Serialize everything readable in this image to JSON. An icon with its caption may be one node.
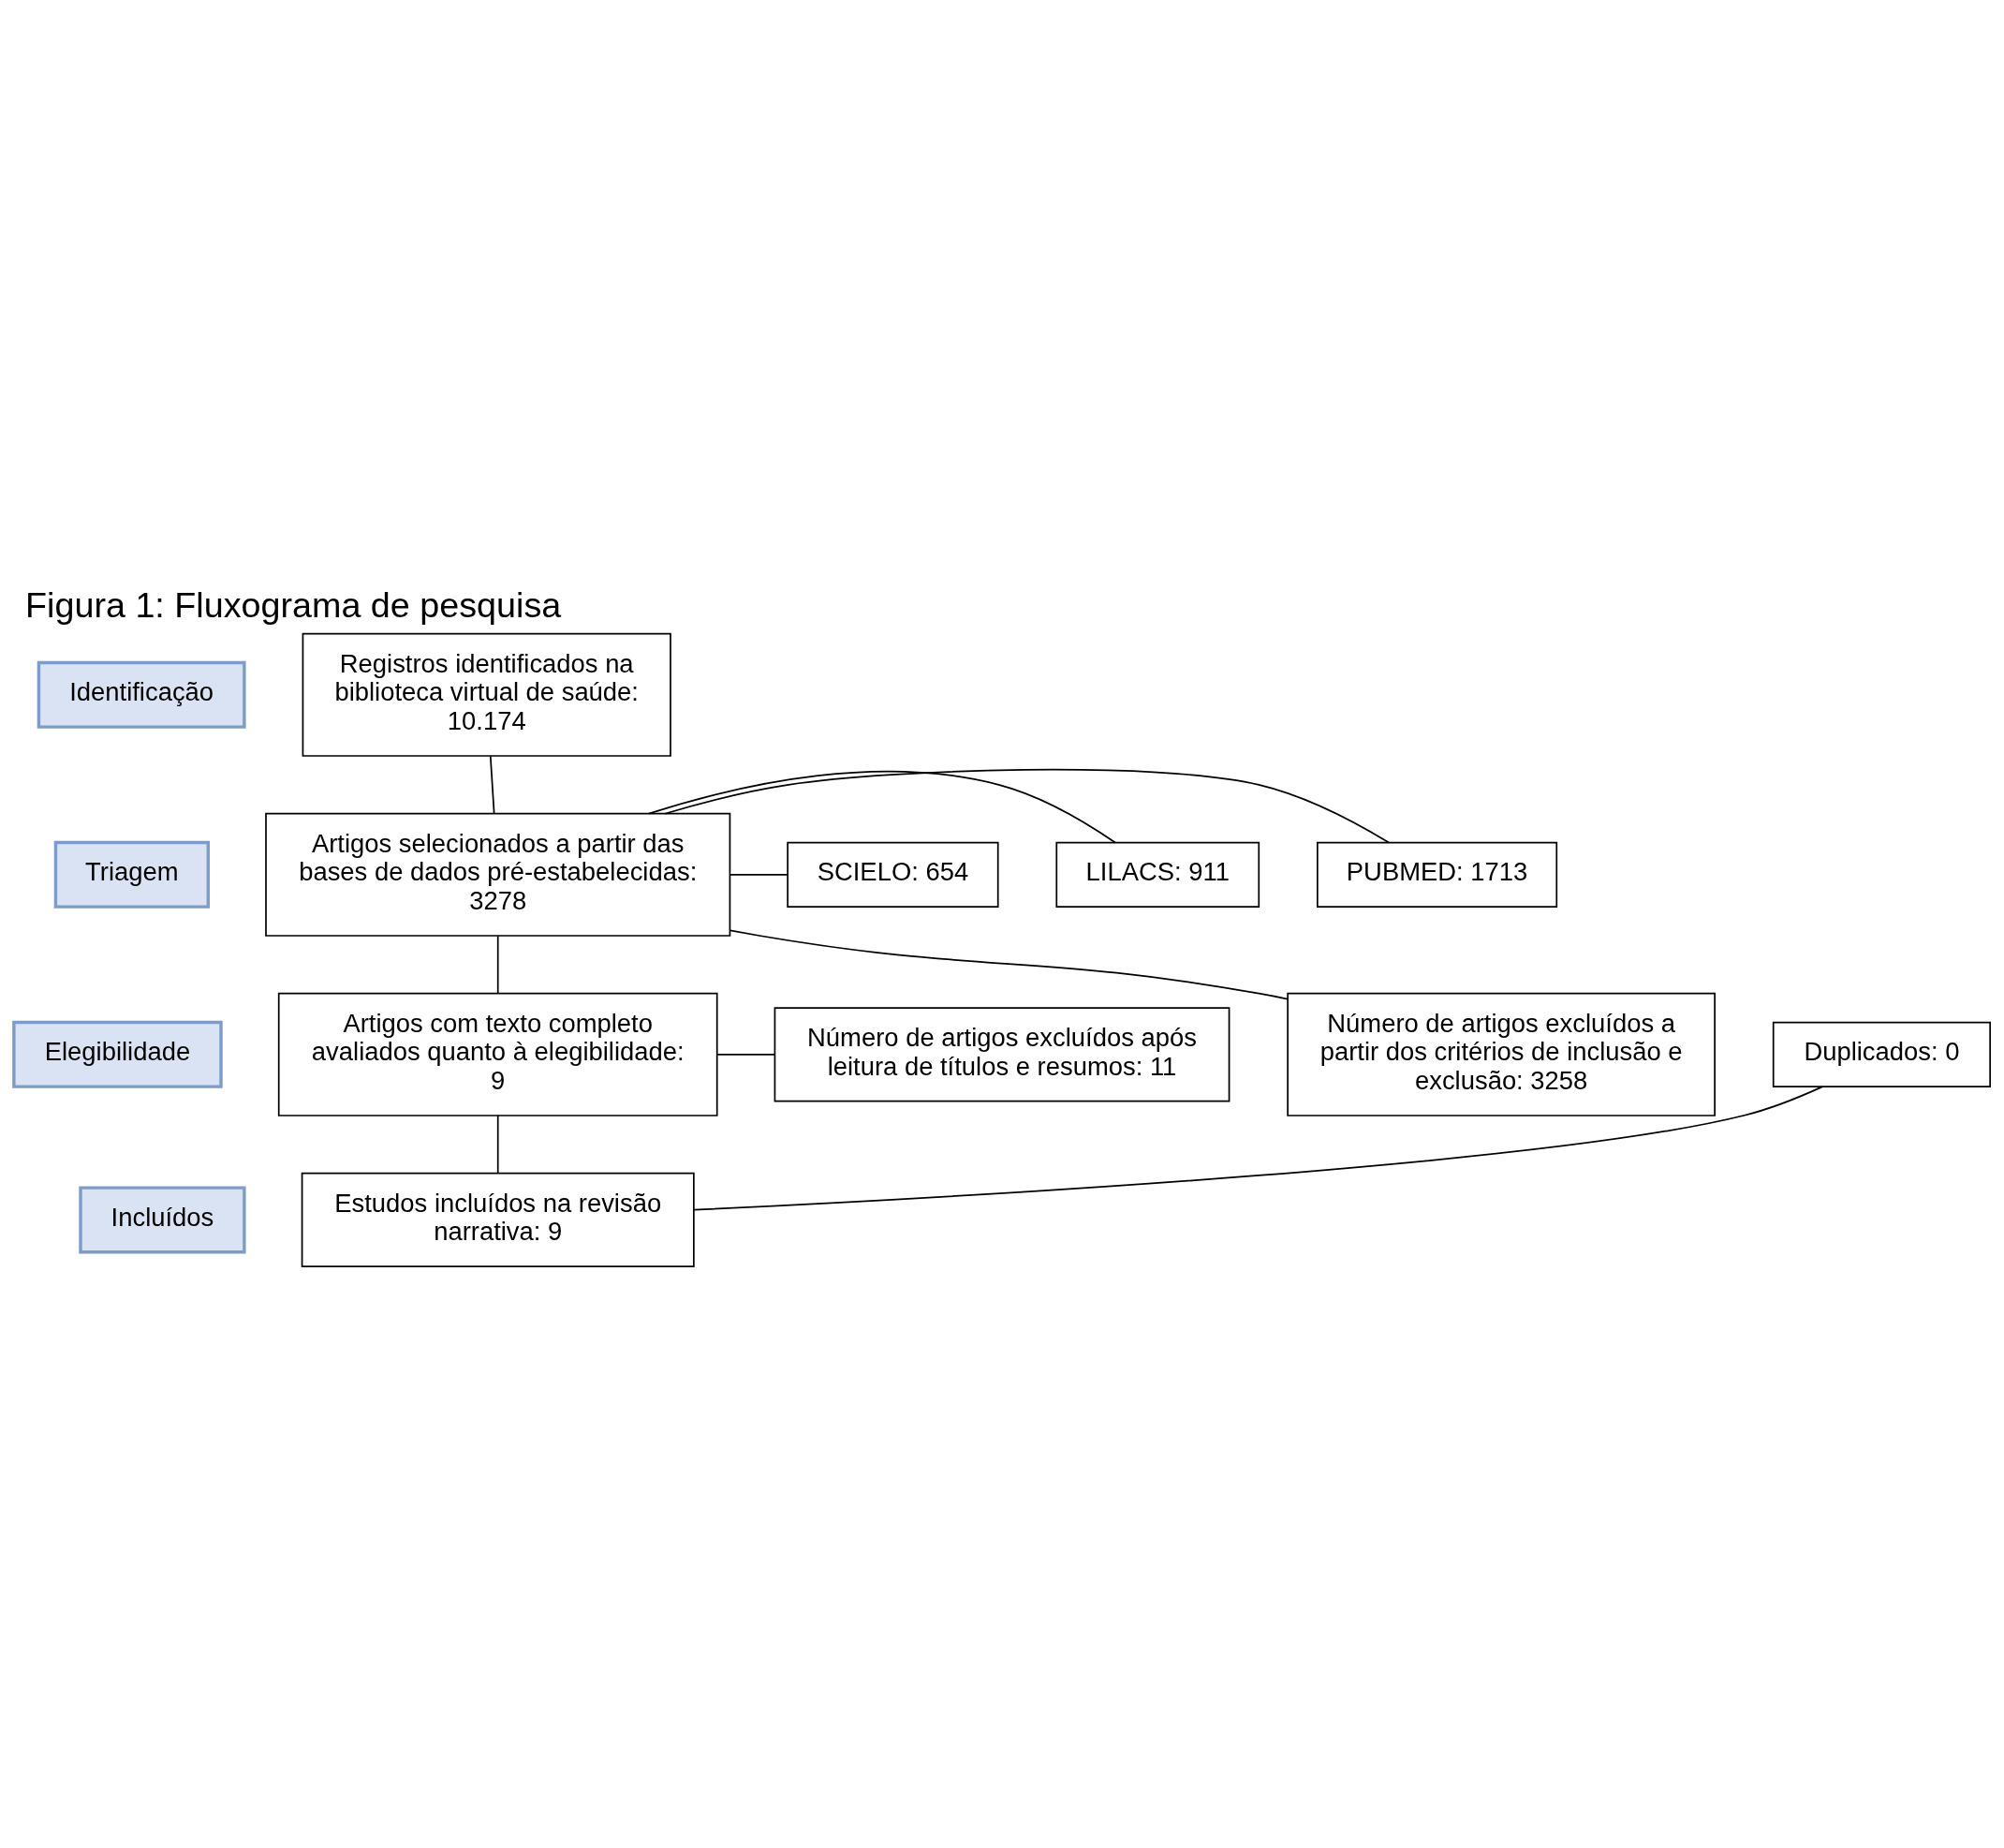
{
  "diagram": {
    "title": "Figura 1: Fluxograma de pesquisa",
    "nodes": [
      {
        "text": [
          "Identificação"
        ]
      },
      {
        "text": [
          "Triagem"
        ]
      },
      {
        "text": [
          "Elegibilidade"
        ]
      },
      {
        "text": [
          "Incluídos"
        ]
      },
      {
        "text": [
          "Registros identificados na biblioteca virtual de saúde: 10.174"
        ]
      },
      {
        "text": [
          "Artigos selecionados a partir das bases de dados pré-estabelecidas: 3278"
        ]
      },
      {
        "text": [
          "PUBMED: 1713"
        ]
      },
      {
        "text": [
          "LILACS: 911"
        ]
      },
      {
        "text": [
          "SCIELO: 654"
        ]
      },
      {
        "text": [
          "Número de artigos excluídos a partir dos critérios de inclusão e exclusão: 3258"
        ]
      },
      {
        "text": [
          "Artigos com texto completo avaliados quanto à elegibilidade: 9"
        ]
      },
      {
        "text": [
          "Número de artigos excluídos após leitura de títulos e resumos: 11"
        ]
      },
      {
        "text": [
          "Duplicados: 0"
        ]
      },
      {
        "text": [
          "Estudos incluídos na revisão narrativa: 9"
        ]
      }
    ],
    "edges": [
      {
        "from": 4,
        "to": 5,
        "arrow": "none"
      },
      {
        "from": 5,
        "to": 6,
        "arrow": "none"
      },
      {
        "from": 5,
        "to": 7,
        "arrow": "none"
      },
      {
        "from": 5,
        "to": 8,
        "arrow": "none"
      },
      {
        "from": 5,
        "to": 10,
        "arrow": "none"
      },
      {
        "from": 5,
        "to": 9,
        "arrow": "none"
      },
      {
        "from": 10,
        "to": 11,
        "arrow": "none"
      },
      {
        "from": 10,
        "to": 13,
        "arrow": "none"
      },
      {
        "from": 12,
        "to": 13,
        "arrow": "none"
      }
    ]
  }
}
